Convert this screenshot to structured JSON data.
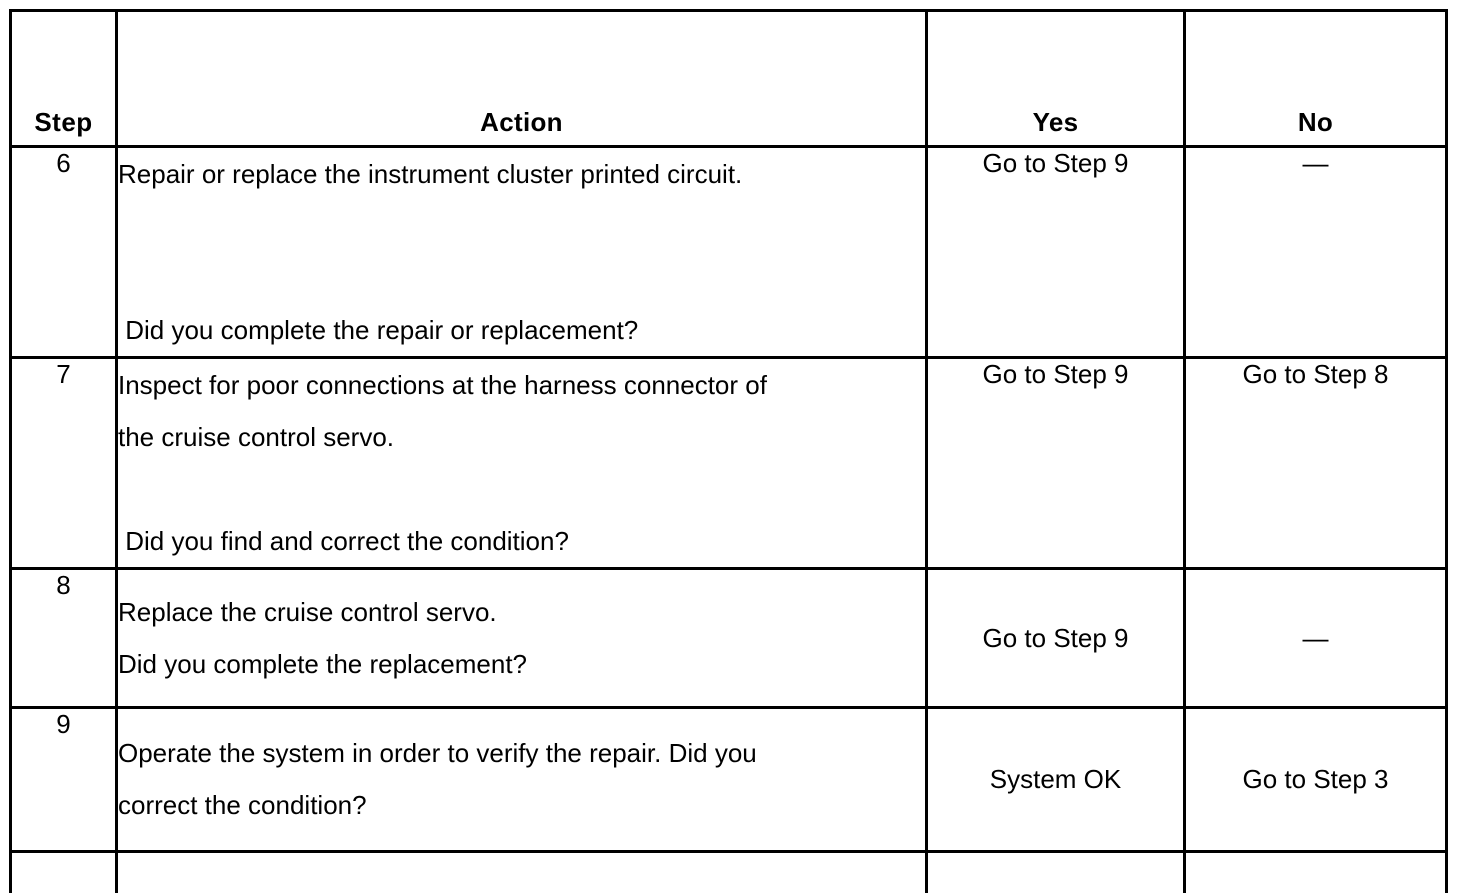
{
  "table": {
    "headers": {
      "step": "Step",
      "action": "Action",
      "yes": "Yes",
      "no": "No"
    },
    "rows": [
      {
        "step": "6",
        "action_lines": [
          "Repair or replace the instrument cluster printed circuit.",
          "",
          "",
          " Did you complete the repair or replacement?"
        ],
        "yes": "Go to Step 9",
        "no": "—"
      },
      {
        "step": "7",
        "action_lines": [
          "Inspect for poor connections at the harness connector of",
          "the cruise control servo.",
          "",
          " Did you find and correct the condition?"
        ],
        "yes": "Go to Step 9",
        "no": "Go to Step 8"
      },
      {
        "step": "8",
        "action_lines": [
          "Replace the cruise control servo.",
          "Did you complete the replacement?"
        ],
        "yes": "Go to Step 9",
        "no": "—"
      },
      {
        "step": "9",
        "action_lines": [
          "Operate the system in order to verify the repair. Did you",
          "correct the condition?"
        ],
        "yes": "System OK",
        "no": "Go to Step 3"
      }
    ]
  },
  "colors": {
    "border": "#000000",
    "text": "#000000",
    "background": "#ffffff"
  }
}
